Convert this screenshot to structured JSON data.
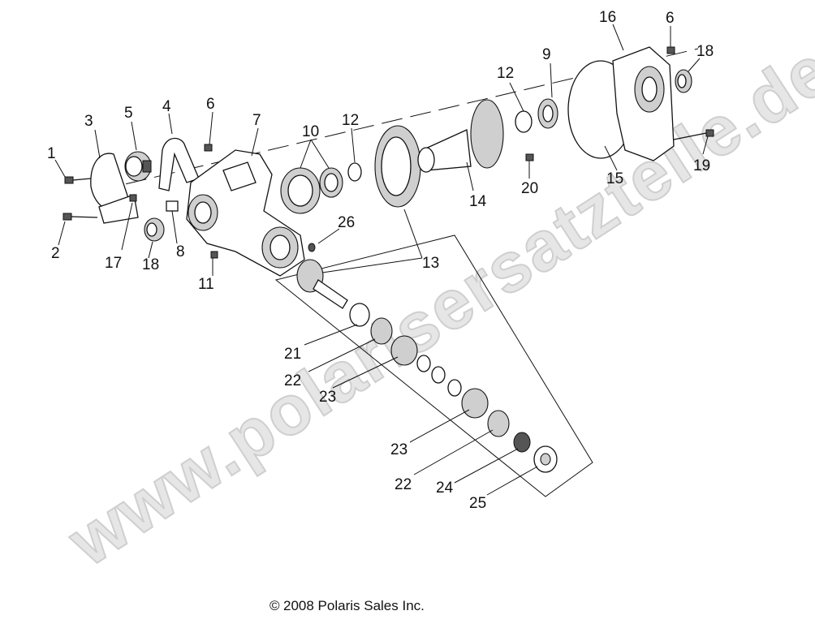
{
  "diagram": {
    "callouts": {
      "c1": "1",
      "c2": "2",
      "c3": "3",
      "c4": "4",
      "c5": "5",
      "c6a": "6",
      "c6b": "6",
      "c7": "7",
      "c8": "8",
      "c9": "9",
      "c10": "10",
      "c11": "11",
      "c12a": "12",
      "c12b": "12",
      "c13": "13",
      "c14": "14",
      "c15": "15",
      "c16": "16",
      "c17": "17",
      "c18a": "18",
      "c18b": "18",
      "c19": "19",
      "c20": "20",
      "c21": "21",
      "c22a": "22",
      "c22b": "22",
      "c23a": "23",
      "c23b": "23",
      "c24": "24",
      "c25": "25",
      "c26": "26"
    },
    "watermark": "www.polarisersatzteile.de",
    "copyright": "2008 Polaris Sales Inc.",
    "copyright_symbol": "©"
  }
}
